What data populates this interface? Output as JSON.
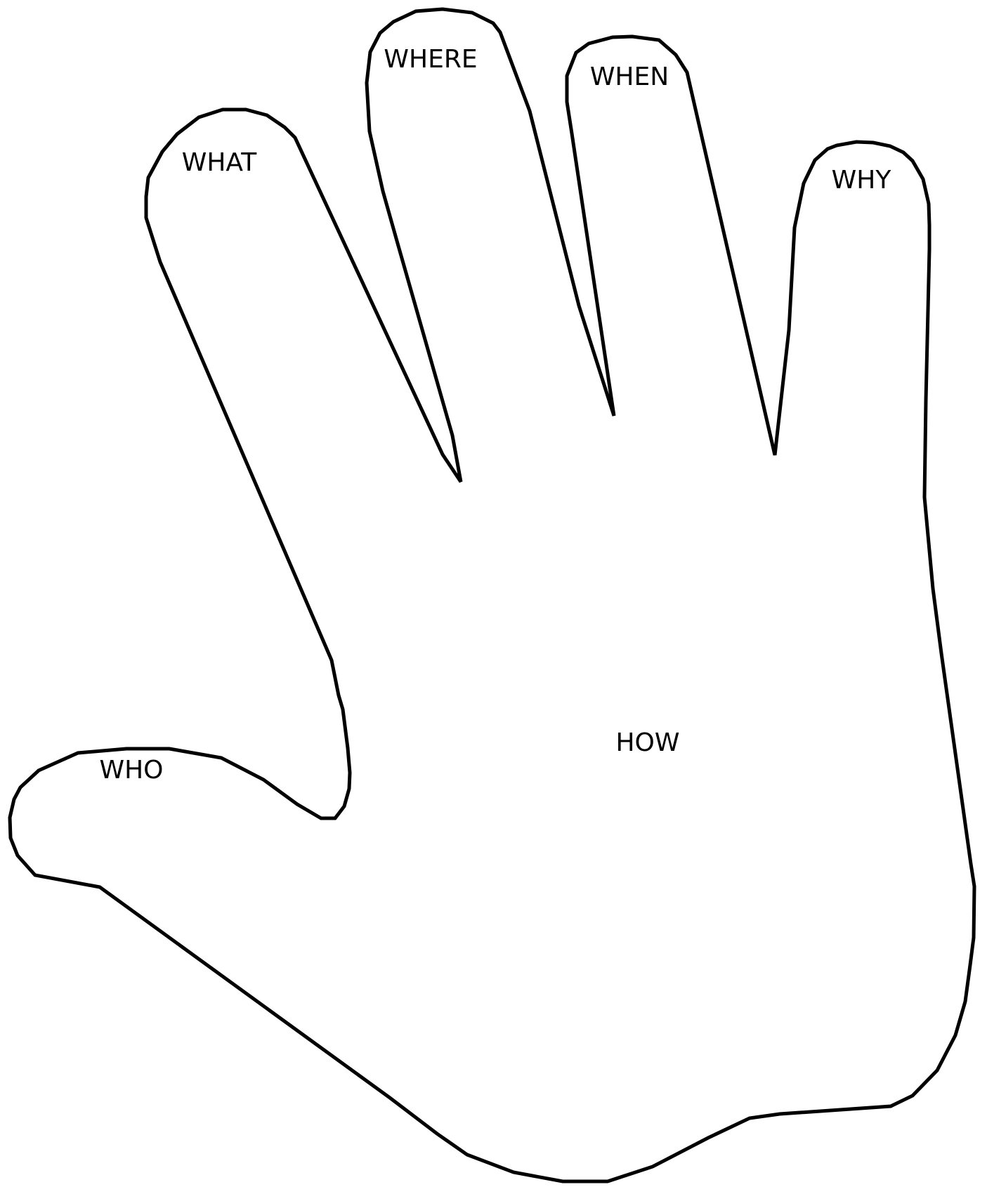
{
  "diagram": {
    "labels": {
      "who": "WHO",
      "what": "WHAT",
      "where": "WHERE",
      "when": "WHEN",
      "why": "WHY",
      "how": "HOW"
    },
    "colors": {
      "outline": "#000000",
      "background": "#ffffff",
      "text": "#000000"
    }
  }
}
